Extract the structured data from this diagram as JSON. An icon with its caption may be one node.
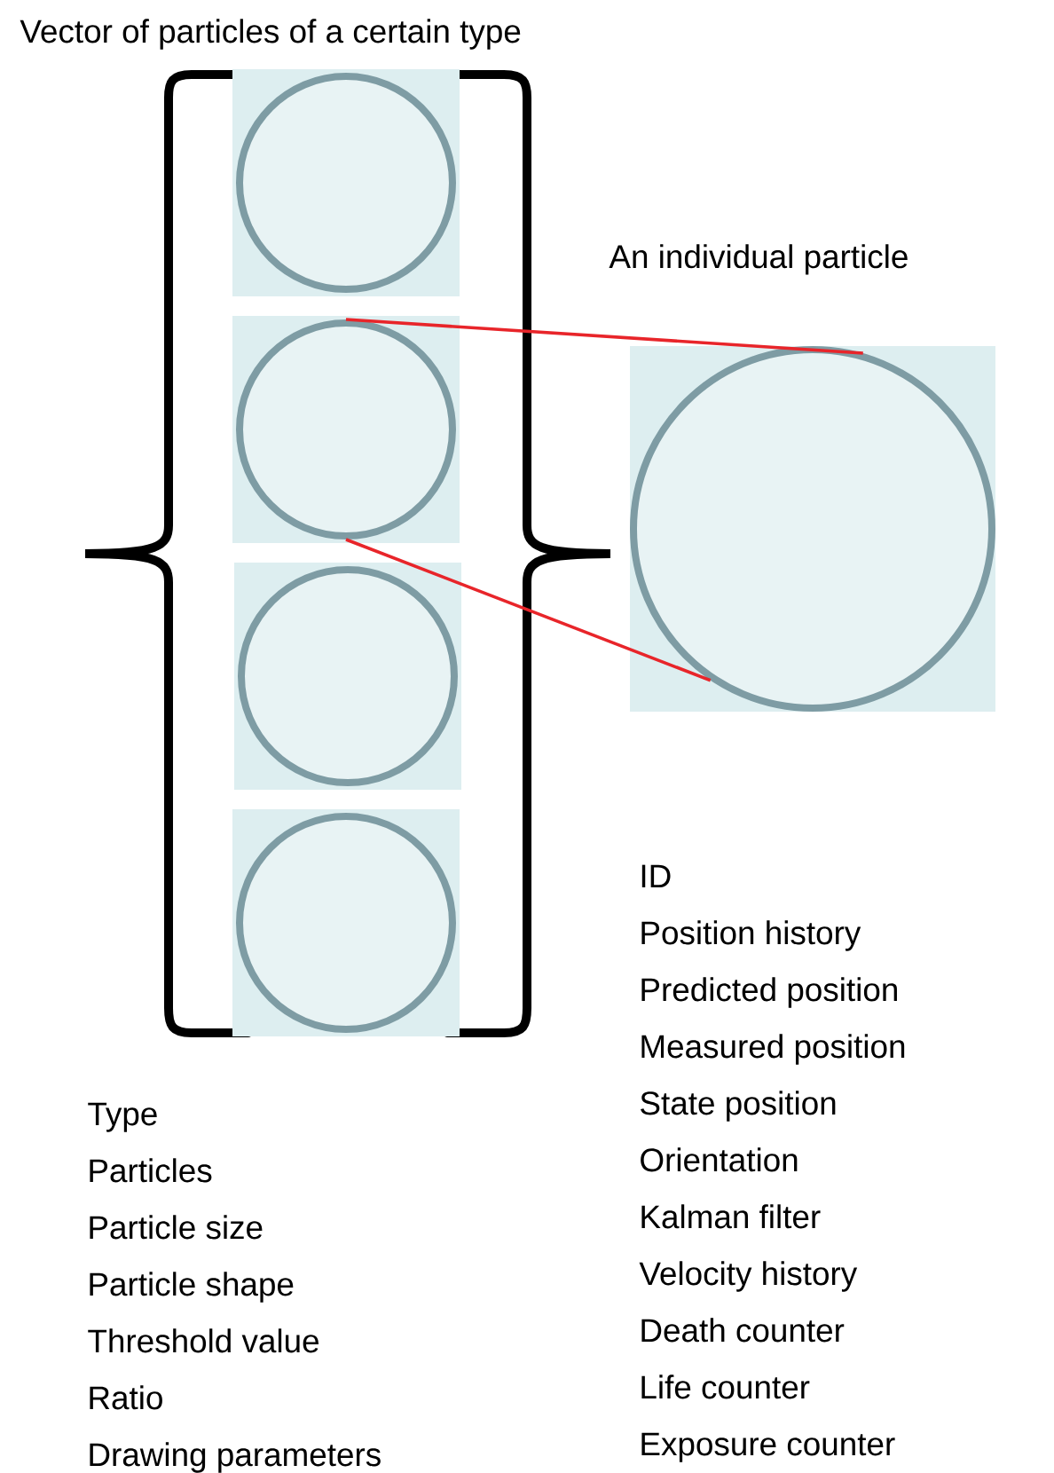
{
  "diagram": {
    "title": "Vector of particles of a certain type",
    "nodes": [
      {
        "text": [],
        "shape": "circle"
      },
      {
        "text": [],
        "shape": "circle"
      },
      {
        "text": [],
        "shape": "circle"
      },
      {
        "text": [],
        "shape": "circle"
      },
      {
        "text": [],
        "shape": "circle",
        "beside": [
          "An individual particle"
        ]
      }
    ],
    "edges": [
      {
        "from": 1,
        "to": 4,
        "arrow": "none"
      },
      {
        "from": 1,
        "to": 4,
        "arrow": "none"
      }
    ],
    "labels": [
      "Type",
      "Particles",
      "Particle size",
      "Particle shape",
      "Threshold value",
      "Ratio",
      "Drawing parameters",
      "ID",
      "Position history",
      "Predicted position",
      "Measured position",
      "State position",
      "Orientation",
      "Kalman filter",
      "Velocity history",
      "Death counter",
      "Life counter",
      "Exposure counter"
    ]
  }
}
